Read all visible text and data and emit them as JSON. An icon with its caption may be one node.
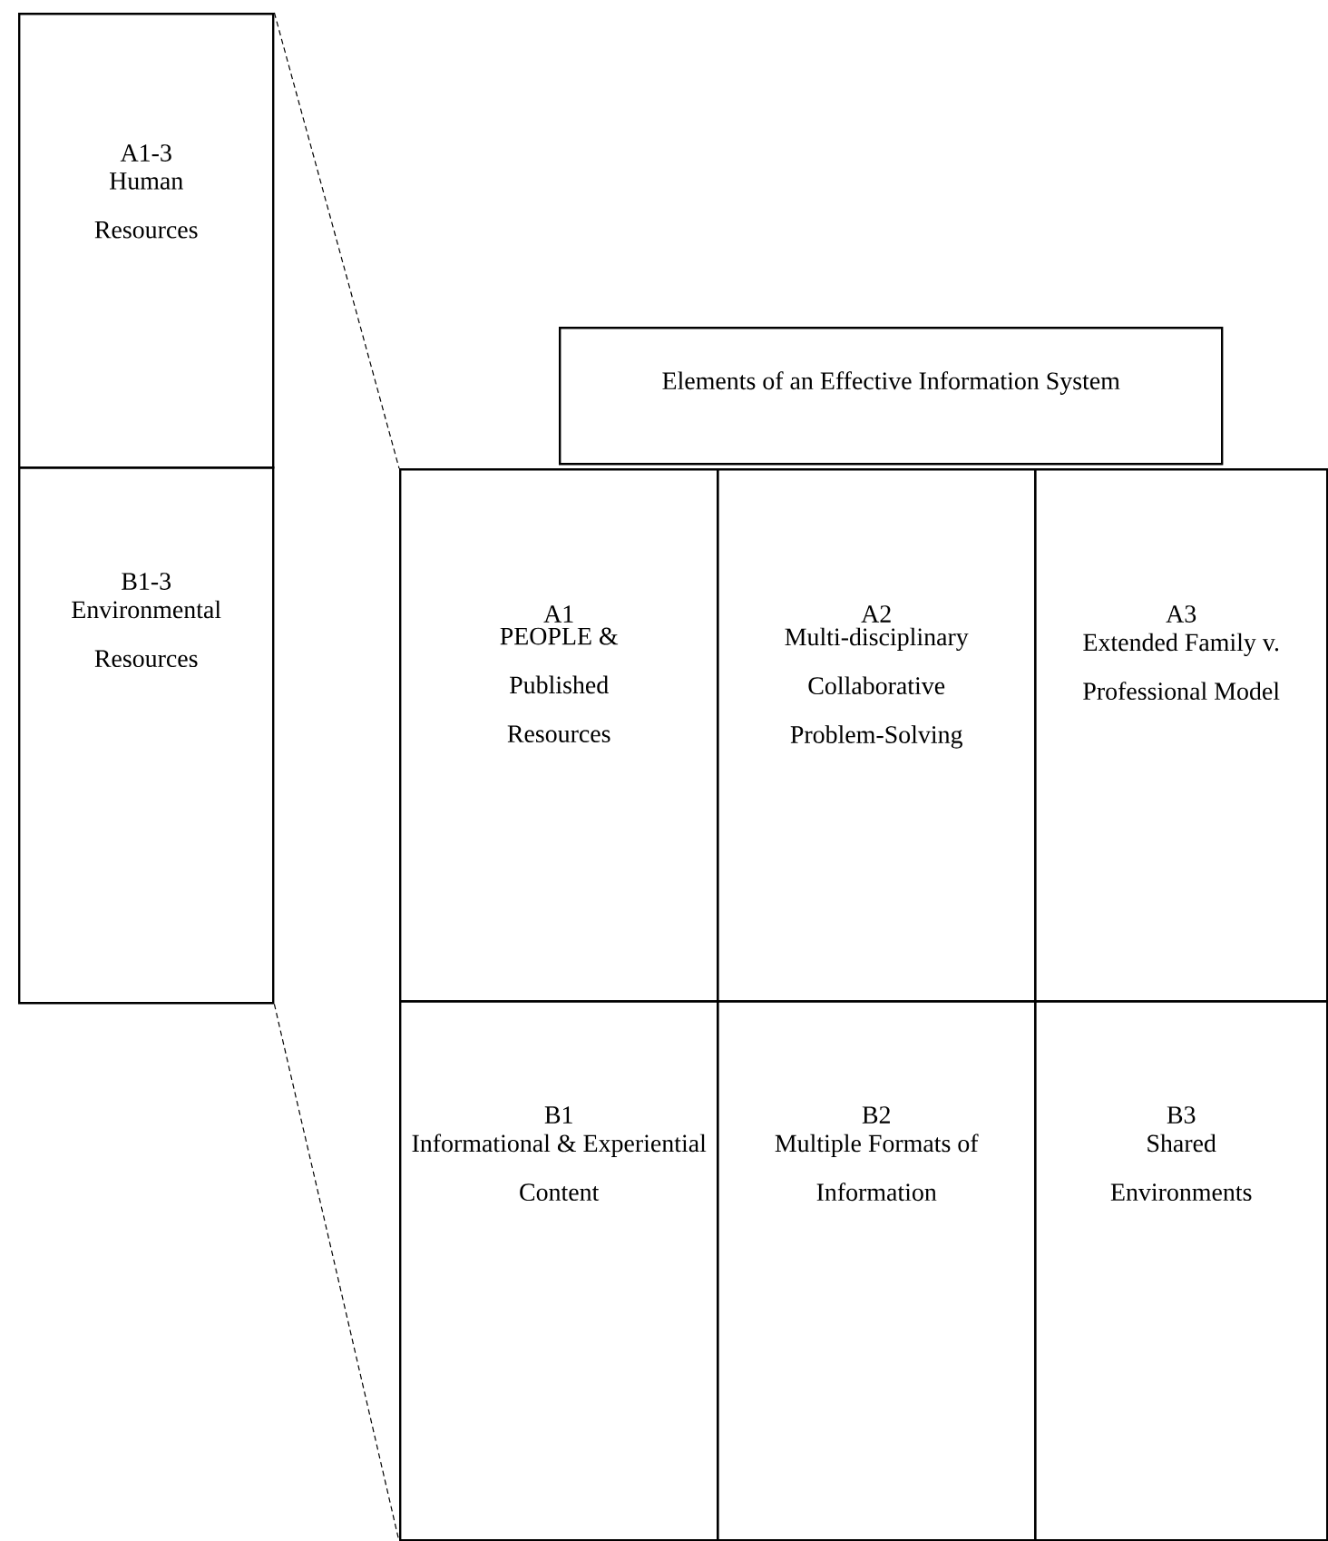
{
  "diagram": {
    "nodes": [
      {
        "text": [
          "Elements of an Effective Information System"
        ]
      },
      {
        "text": [
          "A1-3",
          "Human Resources"
        ]
      },
      {
        "text": [
          "B1-3",
          "Environmental Resources"
        ]
      },
      {
        "text": [
          "A1",
          "PEOPLE & Published Resources"
        ]
      },
      {
        "text": [
          "A2",
          "Multi-disciplinary Collaborative Problem-Solving"
        ]
      },
      {
        "text": [
          "A3",
          "Extended Family v. Professional Model"
        ]
      },
      {
        "text": [
          "B1",
          "Informational & Experiential Content"
        ]
      },
      {
        "text": [
          "B2",
          "Multiple Formats of Information"
        ]
      },
      {
        "text": [
          "B3",
          "Shared Environments"
        ]
      }
    ],
    "edges": [
      {
        "from": 1,
        "to": 3,
        "arrow": "none",
        "style": "dashed"
      },
      {
        "from": 2,
        "to": 6,
        "arrow": "none",
        "style": "dashed"
      }
    ]
  }
}
